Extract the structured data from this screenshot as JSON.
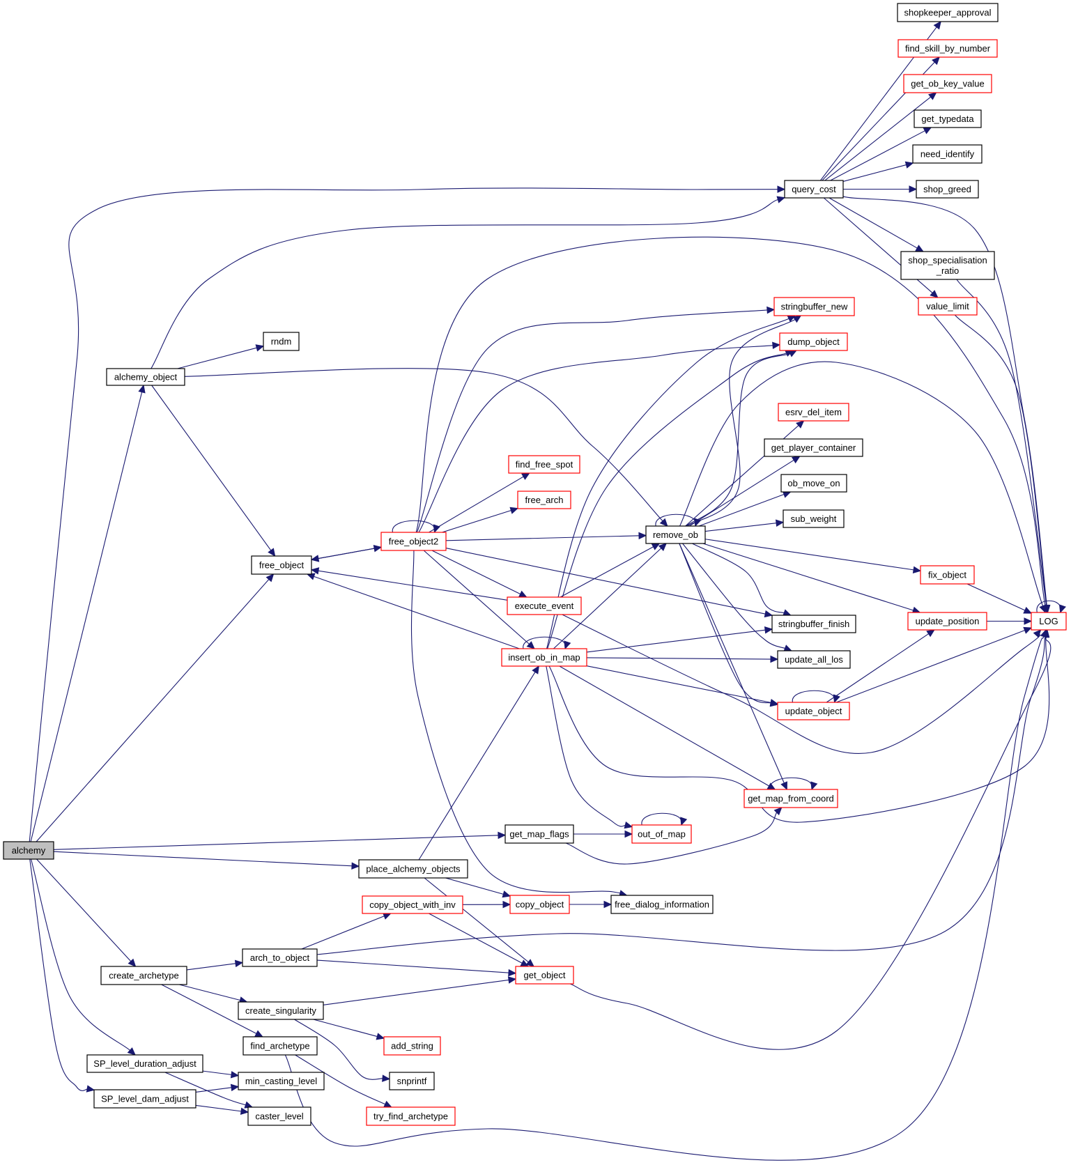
{
  "graph": {
    "title": "alchemy call graph",
    "root": "alchemy",
    "colors": {
      "edge": "#191970",
      "root_fill": "#bfbfbf",
      "node_border": "#000000",
      "undocumented_border": "#ff0000",
      "background": "#ffffff"
    },
    "nodes": [
      {
        "id": "alchemy",
        "label": "alchemy",
        "style": "root"
      },
      {
        "id": "alchemy_object",
        "label": "alchemy_object",
        "style": "black"
      },
      {
        "id": "rndm",
        "label": "rndm",
        "style": "black"
      },
      {
        "id": "free_object",
        "label": "free_object",
        "style": "black"
      },
      {
        "id": "free_object2",
        "label": "free_object2",
        "style": "red"
      },
      {
        "id": "find_free_spot",
        "label": "find_free_spot",
        "style": "red"
      },
      {
        "id": "free_arch",
        "label": "free_arch",
        "style": "red"
      },
      {
        "id": "execute_event",
        "label": "execute_event",
        "style": "red"
      },
      {
        "id": "insert_ob_in_map",
        "label": "insert_ob_in_map",
        "style": "red"
      },
      {
        "id": "remove_ob",
        "label": "remove_ob",
        "style": "black"
      },
      {
        "id": "query_cost",
        "label": "query_cost",
        "style": "black"
      },
      {
        "id": "shopkeeper_approval",
        "label": "shopkeeper_approval",
        "style": "black"
      },
      {
        "id": "find_skill_by_number",
        "label": "find_skill_by_number",
        "style": "red"
      },
      {
        "id": "get_ob_key_value",
        "label": "get_ob_key_value",
        "style": "red"
      },
      {
        "id": "get_typedata",
        "label": "get_typedata",
        "style": "black"
      },
      {
        "id": "need_identify",
        "label": "need_identify",
        "style": "black"
      },
      {
        "id": "shop_greed",
        "label": "shop_greed",
        "style": "black"
      },
      {
        "id": "shop_specialisation_ratio",
        "label": "shop_specialisation\n_ratio",
        "style": "black"
      },
      {
        "id": "value_limit",
        "label": "value_limit",
        "style": "red"
      },
      {
        "id": "stringbuffer_new",
        "label": "stringbuffer_new",
        "style": "red"
      },
      {
        "id": "dump_object",
        "label": "dump_object",
        "style": "red"
      },
      {
        "id": "esrv_del_item",
        "label": "esrv_del_item",
        "style": "red"
      },
      {
        "id": "get_player_container",
        "label": "get_player_container",
        "style": "black"
      },
      {
        "id": "ob_move_on",
        "label": "ob_move_on",
        "style": "black"
      },
      {
        "id": "sub_weight",
        "label": "sub_weight",
        "style": "black"
      },
      {
        "id": "fix_object",
        "label": "fix_object",
        "style": "red"
      },
      {
        "id": "stringbuffer_finish",
        "label": "stringbuffer_finish",
        "style": "black"
      },
      {
        "id": "update_position",
        "label": "update_position",
        "style": "red"
      },
      {
        "id": "LOG",
        "label": "LOG",
        "style": "red"
      },
      {
        "id": "update_all_los",
        "label": "update_all_los",
        "style": "black"
      },
      {
        "id": "update_object",
        "label": "update_object",
        "style": "red"
      },
      {
        "id": "get_map_from_coord",
        "label": "get_map_from_coord",
        "style": "red"
      },
      {
        "id": "get_map_flags",
        "label": "get_map_flags",
        "style": "black"
      },
      {
        "id": "out_of_map",
        "label": "out_of_map",
        "style": "red"
      },
      {
        "id": "place_alchemy_objects",
        "label": "place_alchemy_objects",
        "style": "black"
      },
      {
        "id": "copy_object_with_inv",
        "label": "copy_object_with_inv",
        "style": "red"
      },
      {
        "id": "copy_object",
        "label": "copy_object",
        "style": "red"
      },
      {
        "id": "free_dialog_information",
        "label": "free_dialog_information",
        "style": "black"
      },
      {
        "id": "create_archetype",
        "label": "create_archetype",
        "style": "black"
      },
      {
        "id": "arch_to_object",
        "label": "arch_to_object",
        "style": "black"
      },
      {
        "id": "get_object",
        "label": "get_object",
        "style": "red"
      },
      {
        "id": "create_singularity",
        "label": "create_singularity",
        "style": "black"
      },
      {
        "id": "find_archetype",
        "label": "find_archetype",
        "style": "black"
      },
      {
        "id": "add_string",
        "label": "add_string",
        "style": "red"
      },
      {
        "id": "snprintf",
        "label": "snprintf",
        "style": "black"
      },
      {
        "id": "try_find_archetype",
        "label": "try_find_archetype",
        "style": "red"
      },
      {
        "id": "SP_level_duration_adjust",
        "label": "SP_level_duration_adjust",
        "style": "black"
      },
      {
        "id": "SP_level_dam_adjust",
        "label": "SP_level_dam_adjust",
        "style": "black"
      },
      {
        "id": "min_casting_level",
        "label": "min_casting_level",
        "style": "black"
      },
      {
        "id": "caster_level",
        "label": "caster_level",
        "style": "black"
      }
    ],
    "edges": [
      [
        "alchemy",
        "alchemy_object"
      ],
      [
        "alchemy",
        "query_cost"
      ],
      [
        "alchemy",
        "free_object"
      ],
      [
        "alchemy",
        "get_map_flags"
      ],
      [
        "alchemy",
        "place_alchemy_objects"
      ],
      [
        "alchemy",
        "create_archetype"
      ],
      [
        "alchemy",
        "SP_level_duration_adjust"
      ],
      [
        "alchemy",
        "SP_level_dam_adjust"
      ],
      [
        "alchemy_object",
        "rndm"
      ],
      [
        "alchemy_object",
        "query_cost"
      ],
      [
        "alchemy_object",
        "free_object"
      ],
      [
        "alchemy_object",
        "remove_ob"
      ],
      [
        "query_cost",
        "shopkeeper_approval"
      ],
      [
        "query_cost",
        "find_skill_by_number"
      ],
      [
        "query_cost",
        "get_ob_key_value"
      ],
      [
        "query_cost",
        "get_typedata"
      ],
      [
        "query_cost",
        "need_identify"
      ],
      [
        "query_cost",
        "shop_greed"
      ],
      [
        "query_cost",
        "shop_specialisation_ratio"
      ],
      [
        "query_cost",
        "value_limit"
      ],
      [
        "query_cost",
        "LOG"
      ],
      [
        "shop_specialisation_ratio",
        "LOG"
      ],
      [
        "value_limit",
        "LOG"
      ],
      [
        "free_object",
        "free_object2"
      ],
      [
        "free_object2",
        "free_object"
      ],
      [
        "free_object2",
        "free_object2"
      ],
      [
        "free_object2",
        "find_free_spot"
      ],
      [
        "free_object2",
        "free_arch"
      ],
      [
        "free_object2",
        "remove_ob"
      ],
      [
        "free_object2",
        "execute_event"
      ],
      [
        "free_object2",
        "insert_ob_in_map"
      ],
      [
        "free_object2",
        "stringbuffer_new"
      ],
      [
        "free_object2",
        "dump_object"
      ],
      [
        "free_object2",
        "stringbuffer_finish"
      ],
      [
        "free_object2",
        "LOG"
      ],
      [
        "free_object2",
        "free_dialog_information"
      ],
      [
        "execute_event",
        "free_object"
      ],
      [
        "execute_event",
        "remove_ob"
      ],
      [
        "execute_event",
        "LOG"
      ],
      [
        "insert_ob_in_map",
        "free_object"
      ],
      [
        "insert_ob_in_map",
        "insert_ob_in_map"
      ],
      [
        "insert_ob_in_map",
        "remove_ob"
      ],
      [
        "insert_ob_in_map",
        "stringbuffer_new"
      ],
      [
        "insert_ob_in_map",
        "dump_object"
      ],
      [
        "insert_ob_in_map",
        "stringbuffer_finish"
      ],
      [
        "insert_ob_in_map",
        "update_all_los"
      ],
      [
        "insert_ob_in_map",
        "update_object"
      ],
      [
        "insert_ob_in_map",
        "get_map_from_coord"
      ],
      [
        "insert_ob_in_map",
        "out_of_map"
      ],
      [
        "insert_ob_in_map",
        "LOG"
      ],
      [
        "remove_ob",
        "remove_ob"
      ],
      [
        "remove_ob",
        "stringbuffer_new"
      ],
      [
        "remove_ob",
        "dump_object"
      ],
      [
        "remove_ob",
        "esrv_del_item"
      ],
      [
        "remove_ob",
        "get_player_container"
      ],
      [
        "remove_ob",
        "ob_move_on"
      ],
      [
        "remove_ob",
        "sub_weight"
      ],
      [
        "remove_ob",
        "fix_object"
      ],
      [
        "remove_ob",
        "update_position"
      ],
      [
        "remove_ob",
        "stringbuffer_finish"
      ],
      [
        "remove_ob",
        "update_all_los"
      ],
      [
        "remove_ob",
        "update_object"
      ],
      [
        "remove_ob",
        "get_map_from_coord"
      ],
      [
        "remove_ob",
        "LOG"
      ],
      [
        "fix_object",
        "LOG"
      ],
      [
        "update_position",
        "LOG"
      ],
      [
        "LOG",
        "LOG"
      ],
      [
        "update_object",
        "update_object"
      ],
      [
        "update_object",
        "update_position"
      ],
      [
        "update_object",
        "LOG"
      ],
      [
        "get_map_from_coord",
        "get_map_from_coord"
      ],
      [
        "get_map_flags",
        "out_of_map"
      ],
      [
        "get_map_flags",
        "get_map_from_coord"
      ],
      [
        "out_of_map",
        "out_of_map"
      ],
      [
        "place_alchemy_objects",
        "insert_ob_in_map"
      ],
      [
        "place_alchemy_objects",
        "copy_object"
      ],
      [
        "place_alchemy_objects",
        "get_object"
      ],
      [
        "copy_object_with_inv",
        "copy_object"
      ],
      [
        "copy_object_with_inv",
        "get_object"
      ],
      [
        "copy_object",
        "free_dialog_information"
      ],
      [
        "create_archetype",
        "arch_to_object"
      ],
      [
        "create_archetype",
        "create_singularity"
      ],
      [
        "create_archetype",
        "find_archetype"
      ],
      [
        "arch_to_object",
        "copy_object_with_inv"
      ],
      [
        "arch_to_object",
        "get_object"
      ],
      [
        "arch_to_object",
        "LOG"
      ],
      [
        "get_object",
        "LOG"
      ],
      [
        "create_singularity",
        "get_object"
      ],
      [
        "create_singularity",
        "add_string"
      ],
      [
        "create_singularity",
        "snprintf"
      ],
      [
        "find_archetype",
        "try_find_archetype"
      ],
      [
        "find_archetype",
        "LOG"
      ],
      [
        "SP_level_duration_adjust",
        "min_casting_level"
      ],
      [
        "SP_level_duration_adjust",
        "caster_level"
      ],
      [
        "SP_level_dam_adjust",
        "min_casting_level"
      ],
      [
        "SP_level_dam_adjust",
        "caster_level"
      ]
    ]
  }
}
